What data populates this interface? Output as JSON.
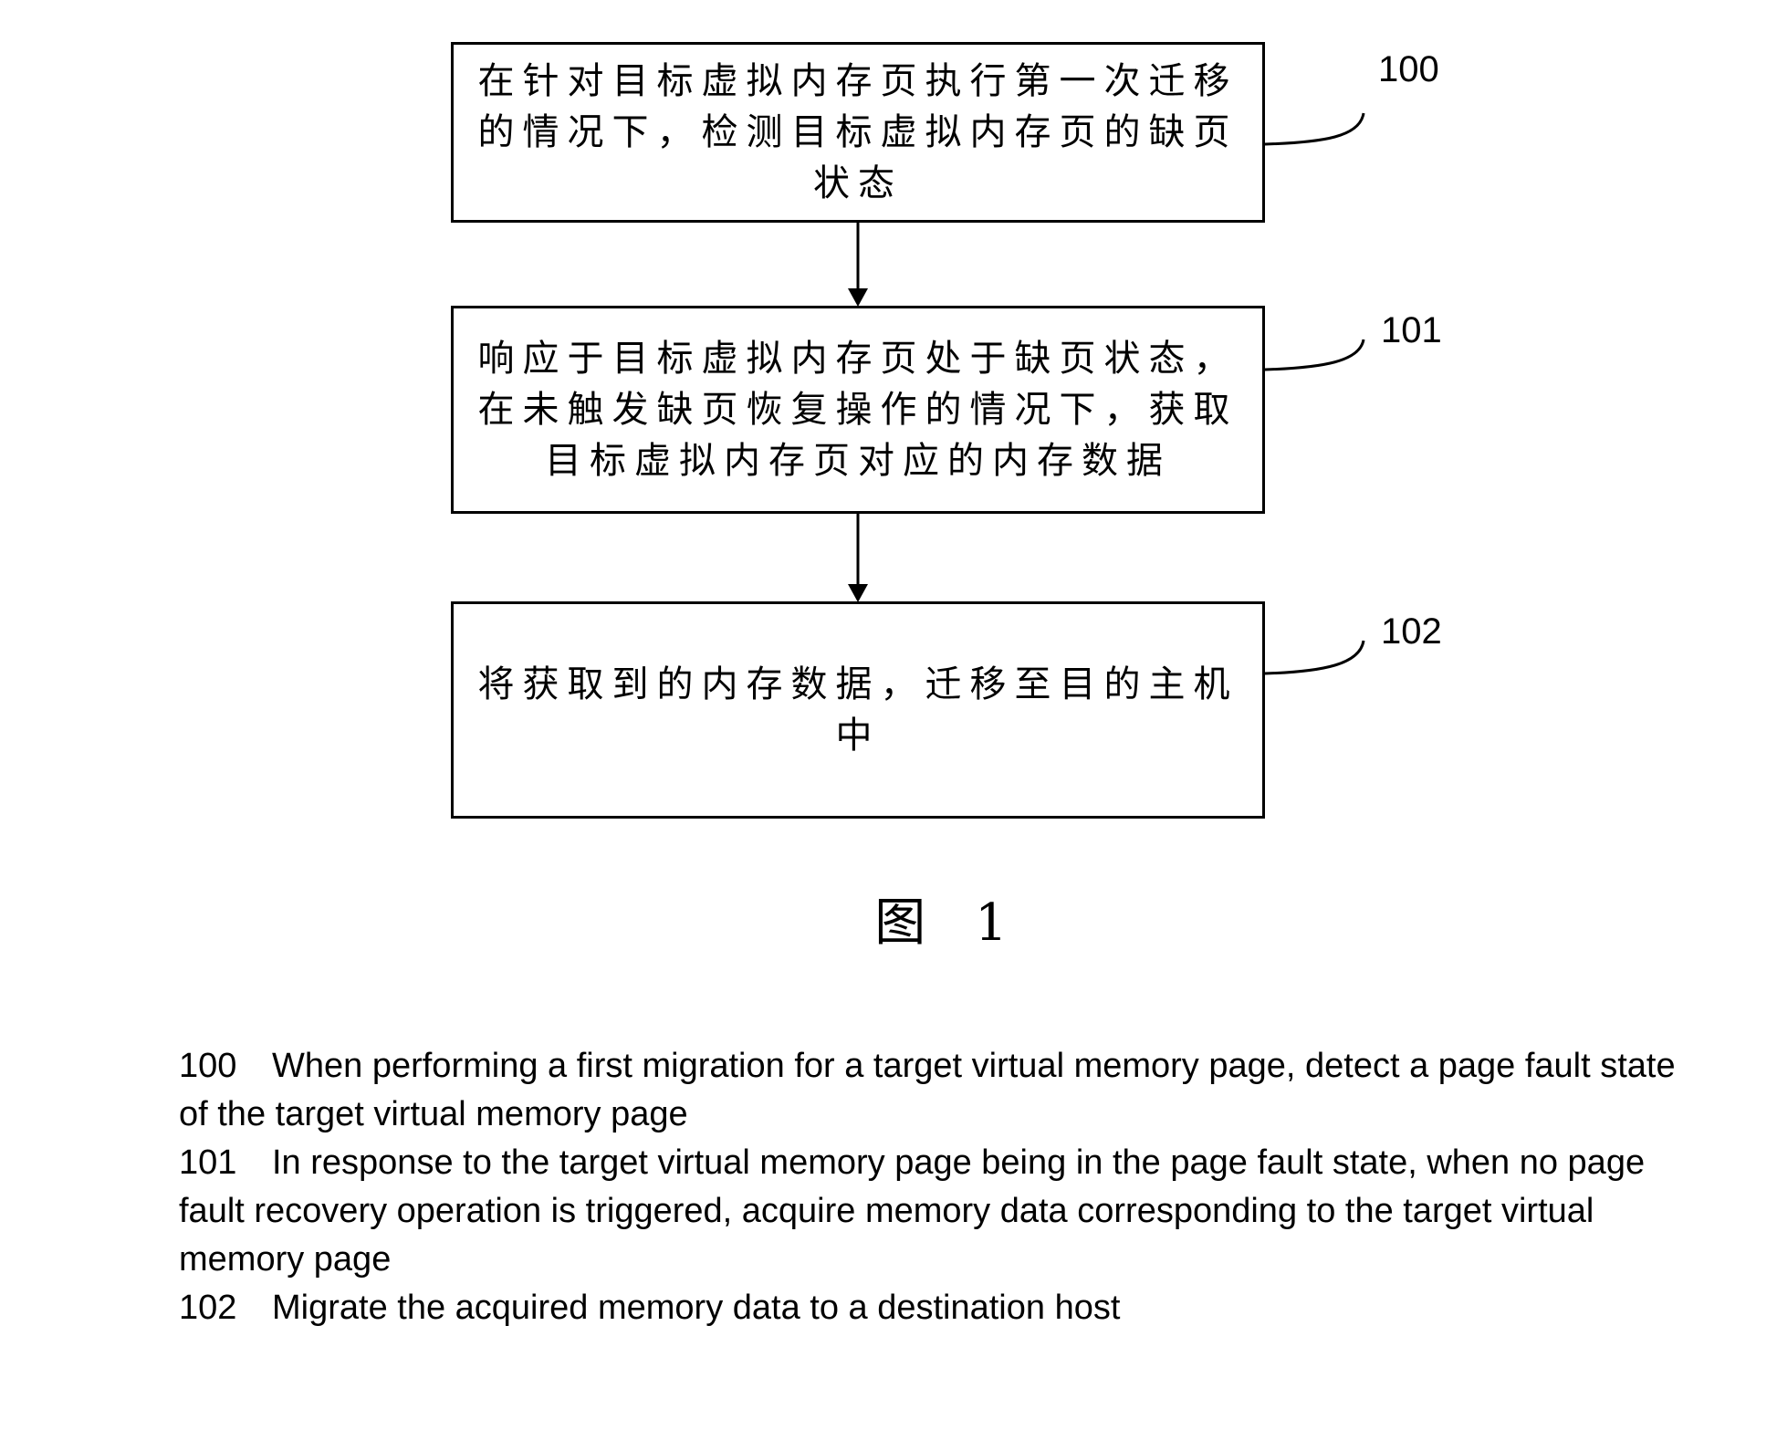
{
  "steps": [
    {
      "id": "100",
      "text": "在针对目标虚拟内存页执行第一次迁移的情况下，检测目标虚拟内存页的缺页状态"
    },
    {
      "id": "101",
      "text": "响应于目标虚拟内存页处于缺页状态，在未触发缺页恢复操作的情况下，获取目标虚拟内存页对应的内存数据"
    },
    {
      "id": "102",
      "text": "将获取到的内存数据，迁移至目的主机中"
    }
  ],
  "figure_caption": "图 1",
  "legend": [
    {
      "num": "100",
      "text": "When performing a first migration for a target virtual memory page, detect a page fault state of the target virtual memory page"
    },
    {
      "num": "101",
      "text": "In response to the target virtual memory page being in the page fault state, when no page fault recovery operation is triggered, acquire memory data corresponding to the target virtual memory page"
    },
    {
      "num": "102",
      "text": "Migrate the acquired memory data to a destination host"
    }
  ]
}
